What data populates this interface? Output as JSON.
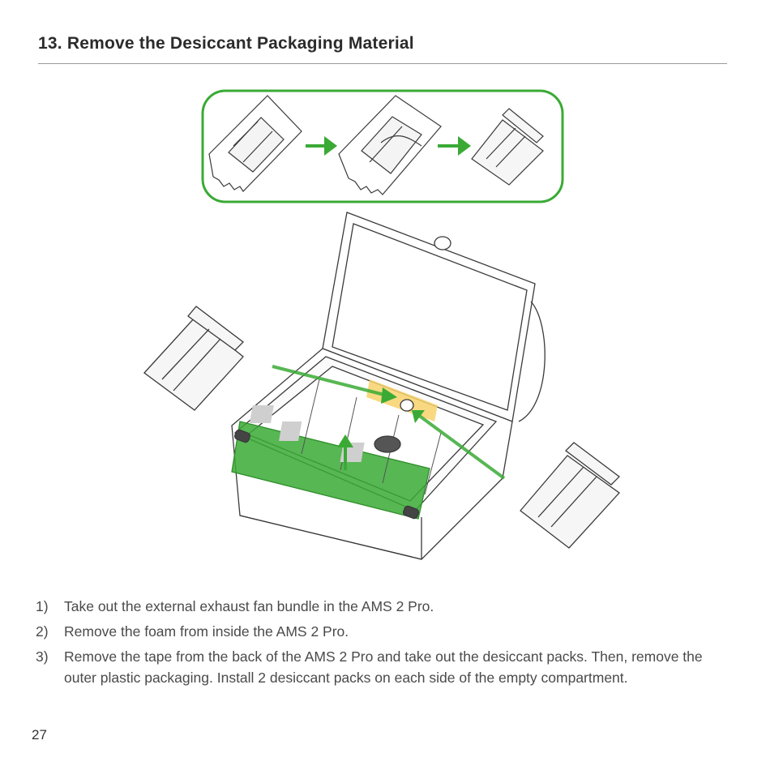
{
  "page": {
    "title": "13. Remove the Desiccant Packaging Material",
    "page_number": "27"
  },
  "steps": [
    {
      "num": "1)",
      "text": "Take out the external exhaust fan bundle in the AMS 2 Pro."
    },
    {
      "num": "2)",
      "text": "Remove the foam from inside the AMS 2 Pro."
    },
    {
      "num": "3)",
      "text": "Remove the tape from the back of the AMS 2 Pro and take out the desiccant packs. Then, remove the outer plastic packaging. Install 2 desiccant packs on each side of the empty compartment."
    }
  ],
  "colors": {
    "accent_green": "#3aaa35",
    "highlight_yellow": "#f7d26b",
    "line": "#3a3a3a"
  },
  "icons": [
    "desiccant-pack-icon",
    "arrow-right-icon",
    "ams-2-pro-illustration"
  ]
}
